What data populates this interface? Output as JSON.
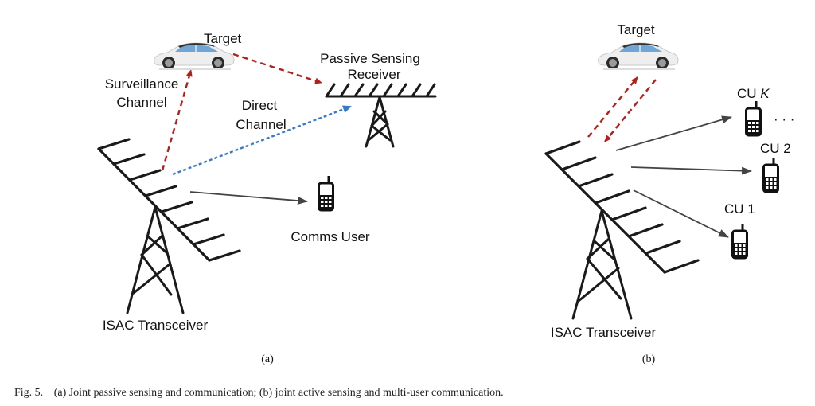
{
  "panel_a": {
    "subcaption": "(a)",
    "labels": {
      "target": "Target",
      "receiver_line1": "Passive Sensing",
      "receiver_line2": "Receiver",
      "surveillance_line1": "Surveillance",
      "surveillance_line2": "Channel",
      "direct_line1": "Direct",
      "direct_line2": "Channel",
      "comms_user": "Comms User",
      "transceiver": "ISAC Transceiver"
    }
  },
  "panel_b": {
    "subcaption": "(b)",
    "labels": {
      "target": "Target",
      "cu_k_prefix": "CU ",
      "cu_k_index": "K",
      "cu_2": "CU 2",
      "cu_1": "CU 1",
      "ellipsis": "· · ·",
      "transceiver": "ISAC Transceiver"
    }
  },
  "caption": {
    "fig_label": "Fig. 5.",
    "text": "(a) Joint passive sensing and communication; (b) joint active sensing and multi-user communication."
  },
  "colors": {
    "sensing": "#b0211c",
    "direct": "#3a78c8",
    "comms": "#444444",
    "structure": "#1a1a1a"
  }
}
